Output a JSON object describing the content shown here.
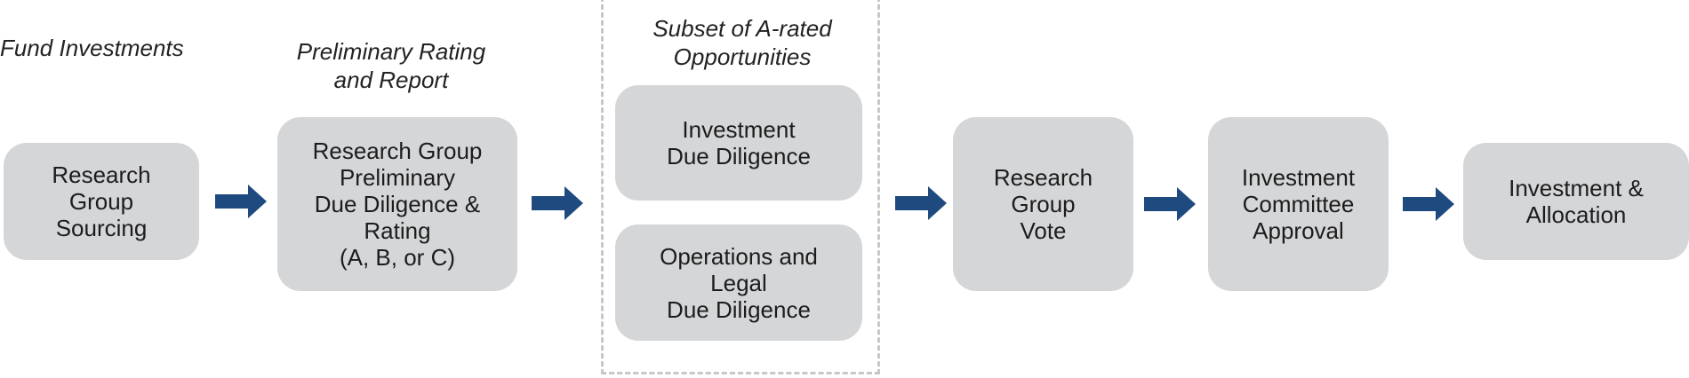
{
  "captions": {
    "fund_investments": "Fund Investments",
    "preliminary_rating": "Preliminary Rating\nand Report",
    "subset": "Subset of A-rated\nOpportunities"
  },
  "steps": {
    "sourcing": "Research\nGroup\nSourcing",
    "preliminary_dd": "Research Group\nPreliminary\nDue Diligence &\nRating\n(A, B, or C)",
    "investment_dd": "Investment\nDue Diligence",
    "ops_legal_dd": "Operations and\nLegal\nDue Diligence",
    "vote": "Research\nGroup\nVote",
    "committee": "Investment\nCommittee\nApproval",
    "allocation": "Investment &\nAllocation"
  },
  "colors": {
    "box_fill": "#d5d6d8",
    "arrow": "#1f4a7f",
    "dashed_border": "#c7c7c7"
  },
  "icons": {
    "arrow": "right-arrow-icon"
  }
}
